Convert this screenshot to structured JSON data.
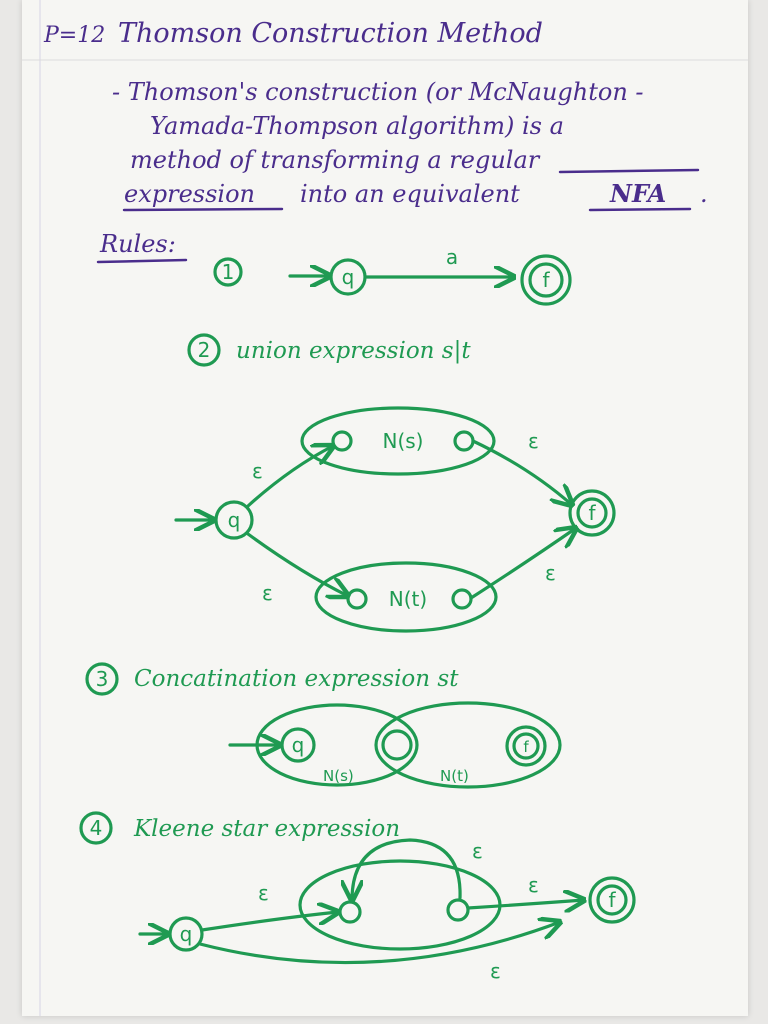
{
  "header": {
    "page_number": "P=12",
    "title": "Thomson Construction Method"
  },
  "intro": {
    "line1": "- Thomson's construction (or McNaughton -",
    "line2": "Yamada-Thompson algorithm) is a",
    "line3": "method of transforming a regular",
    "line4a": "expression",
    "line4b": "into an equivalent",
    "line4c": "NFA",
    "line4d": "."
  },
  "rules": {
    "heading": "Rules:",
    "rule1": {
      "number": "1",
      "start_state": "q",
      "symbol": "a",
      "final_state": "f"
    },
    "rule2": {
      "number": "2",
      "caption": "union expression s|t",
      "start_state": "q",
      "final_state": "f",
      "upper_nfa": "N(s)",
      "lower_nfa": "N(t)",
      "eps_upper_in": "ε",
      "eps_upper_out": "ε",
      "eps_lower_in": "ε",
      "eps_lower_out": "ε"
    },
    "rule3": {
      "number": "3",
      "caption": "Concatination expression st",
      "start_state": "q",
      "final_state": "f",
      "left_nfa": "N(s)",
      "right_nfa": "N(t)"
    },
    "rule4": {
      "number": "4",
      "caption": "Kleene star expression",
      "start_state": "q",
      "final_state": "f",
      "eps_in": "ε",
      "eps_loop": "ε",
      "eps_out": "ε",
      "eps_skip": "ε"
    }
  },
  "colors": {
    "purple_ink": "#4a2d8c",
    "green_ink": "#1f9a52",
    "paper": "#f6f6f3"
  }
}
